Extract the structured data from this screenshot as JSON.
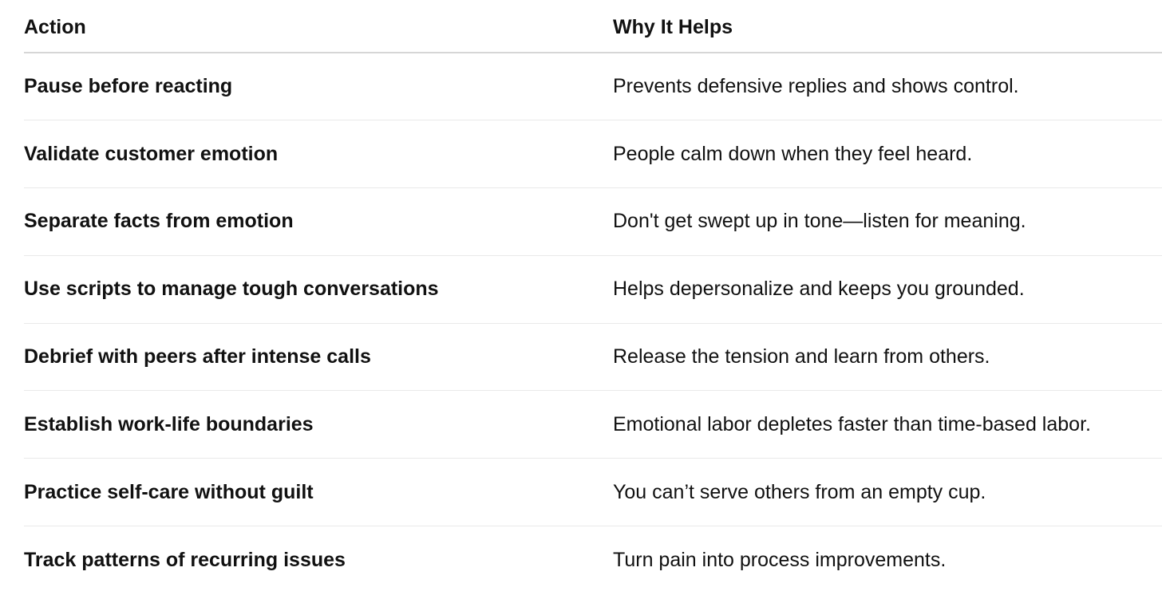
{
  "table": {
    "headers": [
      "Action",
      "Why It Helps"
    ],
    "rows": [
      {
        "action": "Pause before reacting",
        "why": "Prevents defensive replies and shows control."
      },
      {
        "action": "Validate customer emotion",
        "why": "People calm down when they feel heard."
      },
      {
        "action": "Separate facts from emotion",
        "why": "Don't get swept up in tone—listen for meaning."
      },
      {
        "action": "Use scripts to manage tough conversations",
        "why": "Helps depersonalize and keeps you grounded."
      },
      {
        "action": "Debrief with peers after intense calls",
        "why": "Release the tension and learn from others."
      },
      {
        "action": "Establish work-life boundaries",
        "why": "Emotional labor depletes faster than time-based labor."
      },
      {
        "action": "Practice self-care without guilt",
        "why": "You can’t serve others from an empty cup."
      },
      {
        "action": "Track patterns of recurring issues",
        "why": "Turn pain into process improvements."
      }
    ]
  }
}
